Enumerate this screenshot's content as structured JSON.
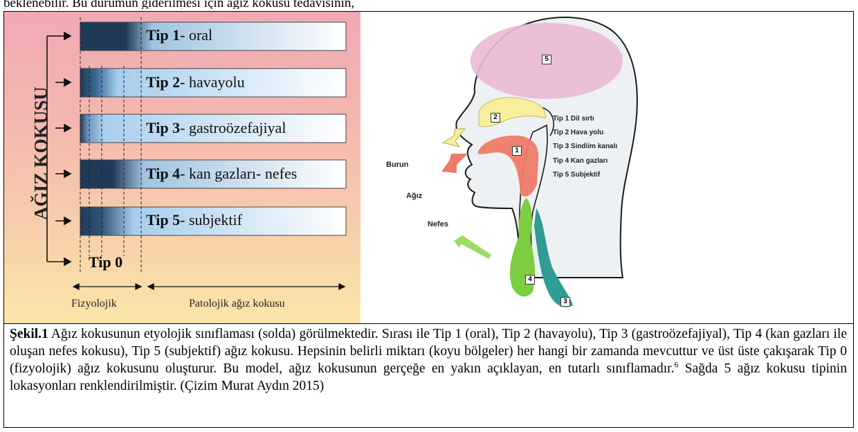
{
  "top_caption": "beklenebilir. Bu durumun giderilmesi için ağız kokusu tedavisinin, hastalığın kaynağına yönelik yapılması gerekir.",
  "left": {
    "vertical_title": "AĞIZ KOKUSU",
    "types": [
      {
        "bold": "Tip 1",
        "text": "- oral"
      },
      {
        "bold": "Tip 2",
        "text": "- havayolu"
      },
      {
        "bold": "Tip 3",
        "text": "- gastroözefajiyal"
      },
      {
        "bold": "Tip 4",
        "text": "- kan gazları- nefes"
      },
      {
        "bold": "Tip 5",
        "text": "- subjektif"
      }
    ],
    "tip0": "Tip 0",
    "fizyolojik": "Fizyolojik",
    "patolojik": "Patolojik ağız kokusu"
  },
  "right": {
    "legend": [
      "Tip 1 Dil sırtı",
      "Tip 2 Hava yolu",
      "Tip 3 Sindiim kanalı",
      "Tip 4 Kan gazları",
      "Tip 5 Subjektif"
    ],
    "labels": {
      "burun": "Burun",
      "agiz": "Ağız",
      "nefes": "Nefes"
    },
    "numbers": [
      "1",
      "2",
      "3",
      "4",
      "5"
    ],
    "colors": {
      "tip1": "#ee7a68",
      "tip2": "#f7ef9c",
      "tip3": "#2f9c95",
      "tip4": "#7ccd3f",
      "tip5": "#e9b9d4"
    }
  },
  "caption": {
    "bold": "Şekil.1",
    "text": " Ağız kokusunun etyolojik sınıflaması (solda) görülmektedir. Sırası ile Tip 1 (oral), Tip 2 (havayolu), Tip 3 (gastroözefajiyal), Tip 4 (kan gazları ile oluşan nefes kokusu), Tip 5 (subjektif) ağız kokusu. Hepsinin belirli miktarı (koyu bölgeler) her hangi bir zamanda mevcuttur ve üst üste çakışarak Tip 0 (fizyolojik) ağız kokusunu oluşturur. Bu model, ağız kokusunun gerçeğe en yakın açıklayan, en tutarlı sınıflamadır.",
    "superscript": "6",
    "text2": " Sağda 5 ağız kokusu tipinin lokasyonları renklendirilmiştir. (Çizim Murat Aydın 2015)"
  }
}
